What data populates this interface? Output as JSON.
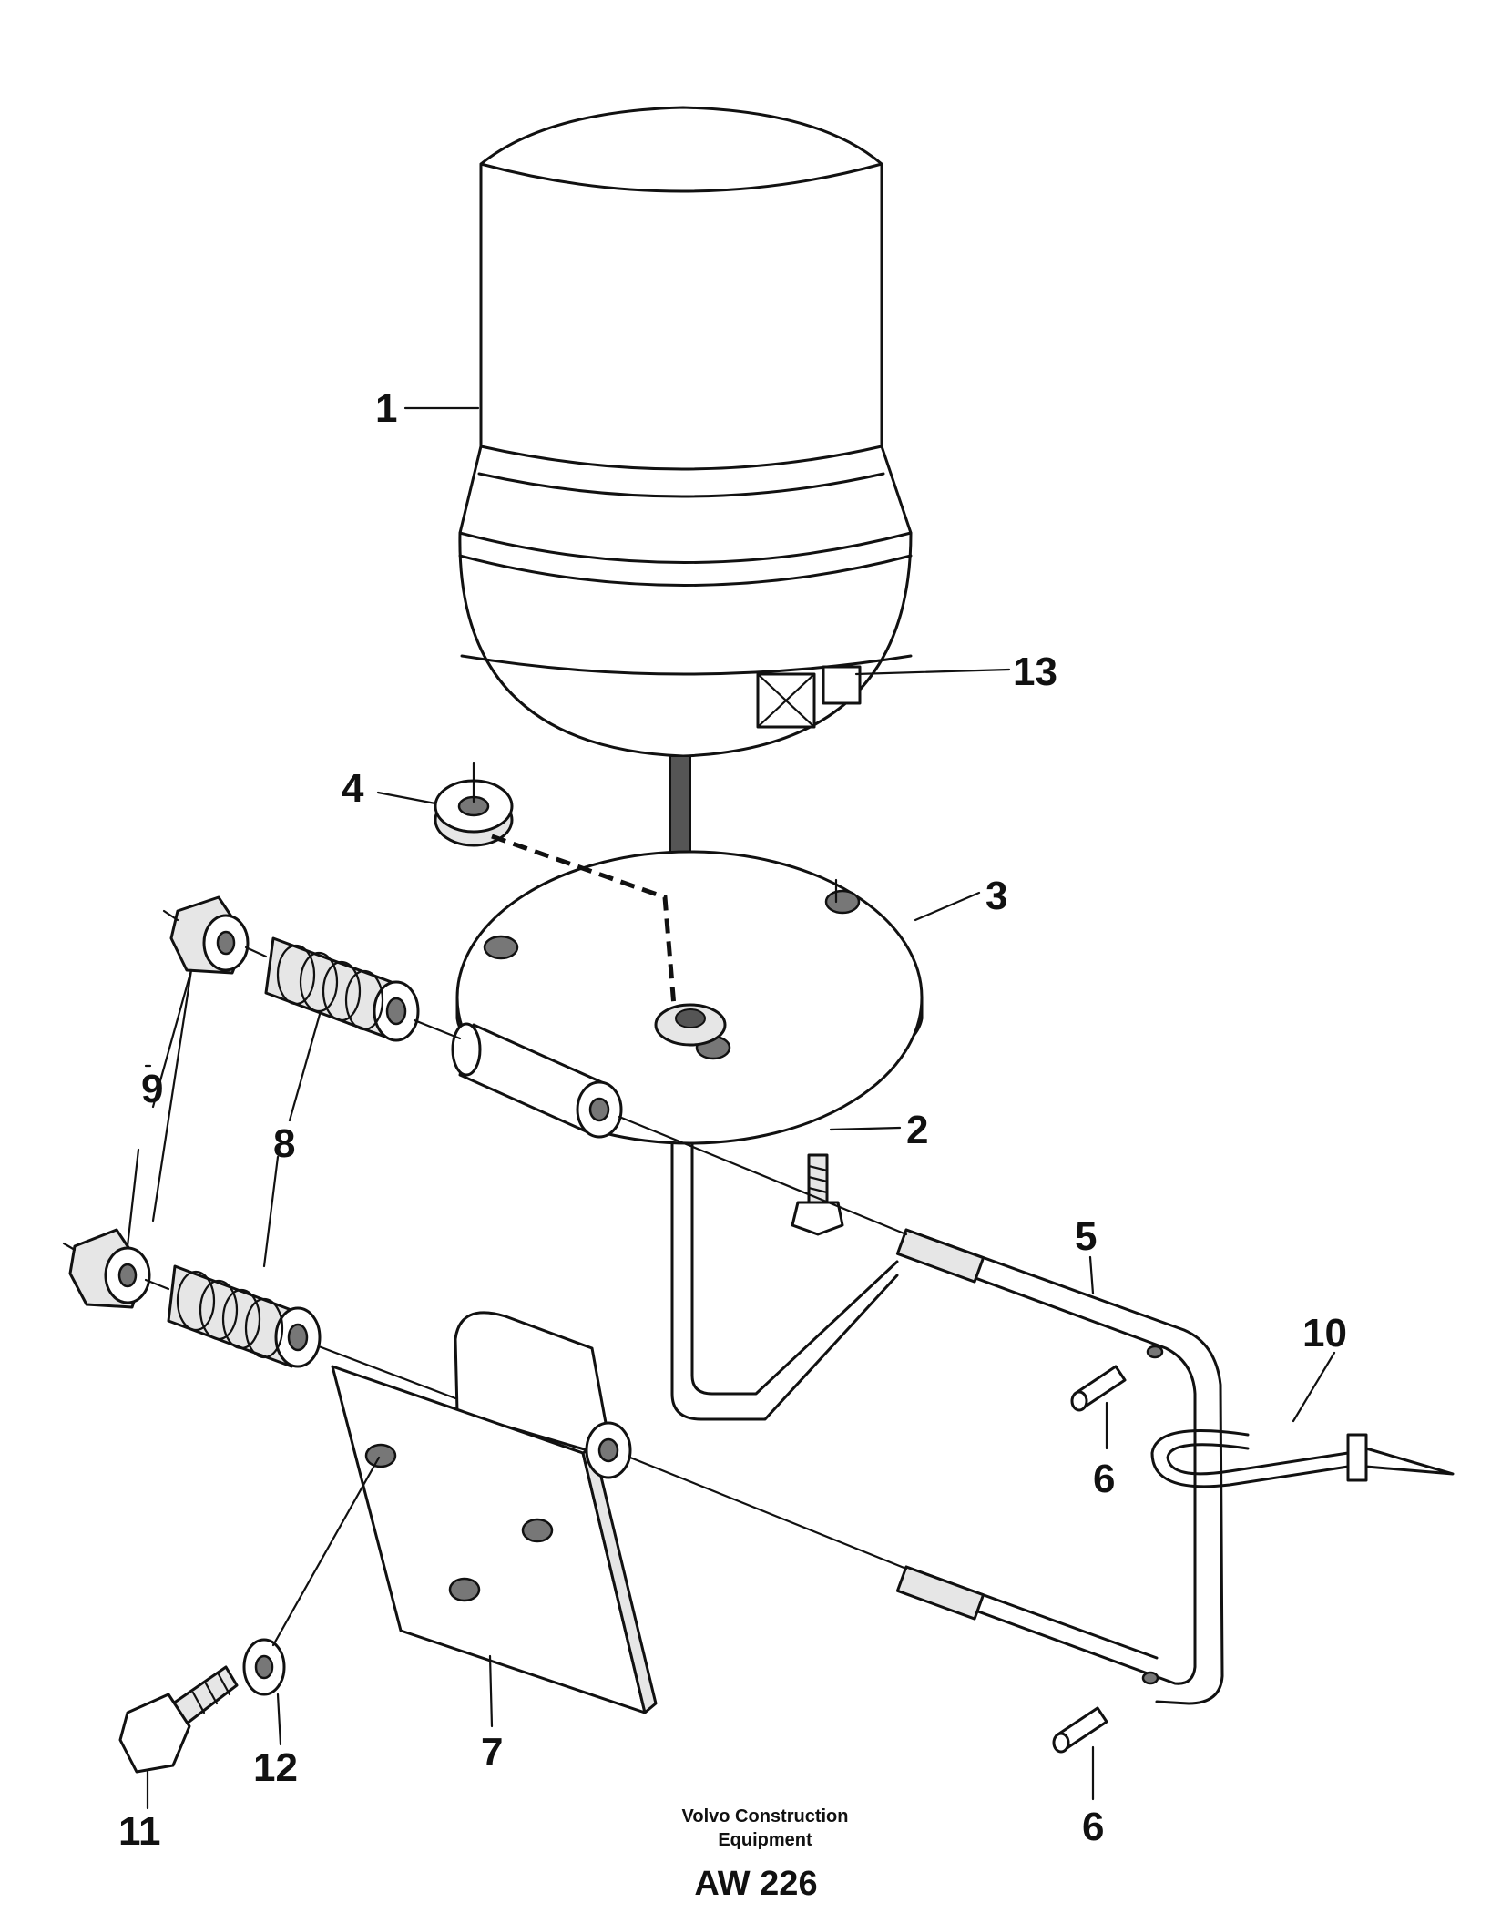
{
  "labels": {
    "l1": "1",
    "l2": "2",
    "l3": "3",
    "l4": "4",
    "l5": "5",
    "l6a": "6",
    "l6b": "6",
    "l7": "7",
    "l8": "8",
    "l9": "9",
    "l10": "10",
    "l11": "11",
    "l12": "12",
    "l13": "13"
  },
  "footer": {
    "company_line1": "Volvo Construction",
    "company_line2": "Equipment",
    "drawing_code": "AW 226"
  }
}
